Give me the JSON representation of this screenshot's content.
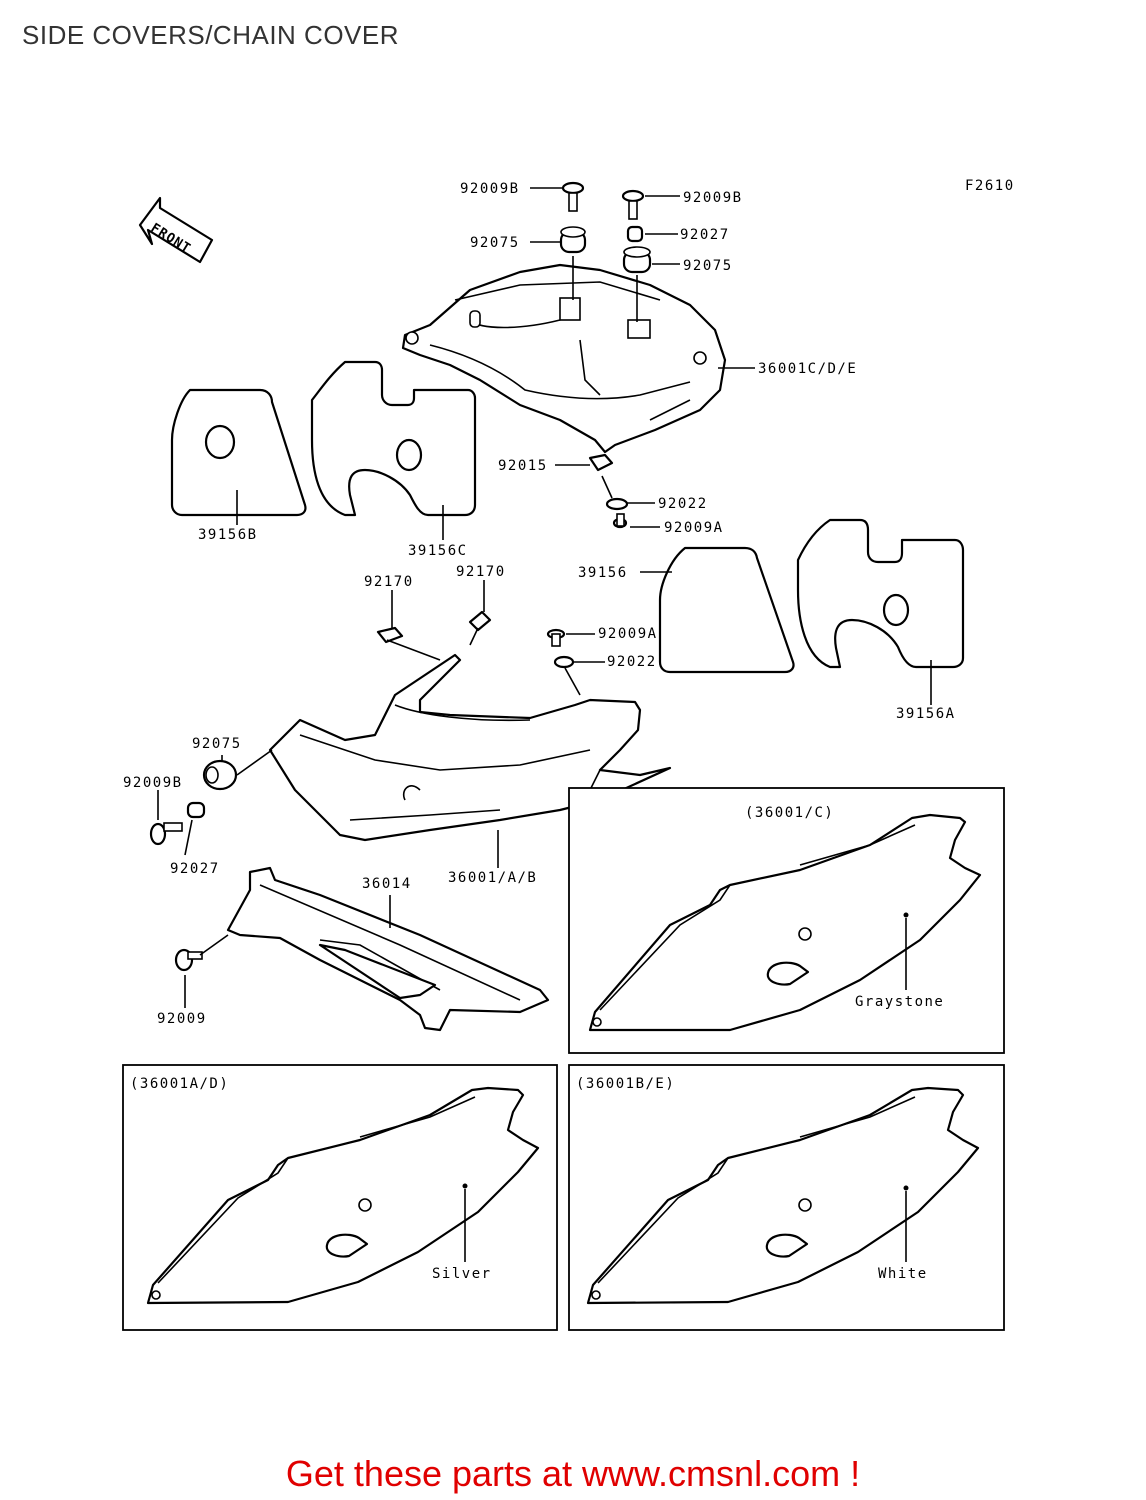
{
  "page": {
    "title": "SIDE COVERS/CHAIN COVER"
  },
  "diagram": {
    "figure_code": "F2610",
    "front_label": "FRONT",
    "labels": {
      "p92009B_a": "92009B",
      "p92009B_b": "92009B",
      "p92075_a": "92075",
      "p92027_a": "92027",
      "p92075_b": "92075",
      "p36001CDE": "36001C/D/E",
      "p92015": "92015",
      "p92022_a": "92022",
      "p92009A_a": "92009A",
      "p39156B": "39156B",
      "p39156C": "39156C",
      "p92170_a": "92170",
      "p92170_b": "92170",
      "p39156": "39156",
      "p92009A_b": "92009A",
      "p92022_b": "92022",
      "p39156A": "39156A",
      "p92075_c": "92075",
      "p92009B_c": "92009B",
      "p92027_b": "92027",
      "p36014": "36014",
      "p36001AB": "36001/A/B",
      "p92009": "92009"
    },
    "insets": [
      {
        "code": "(36001/C)",
        "color": "Graystone"
      },
      {
        "code": "(36001A/D)",
        "color": "Silver"
      },
      {
        "code": "(36001B/E)",
        "color": "White"
      }
    ]
  },
  "footer": {
    "promo_text": "Get these parts at www.cmsnl.com !"
  }
}
